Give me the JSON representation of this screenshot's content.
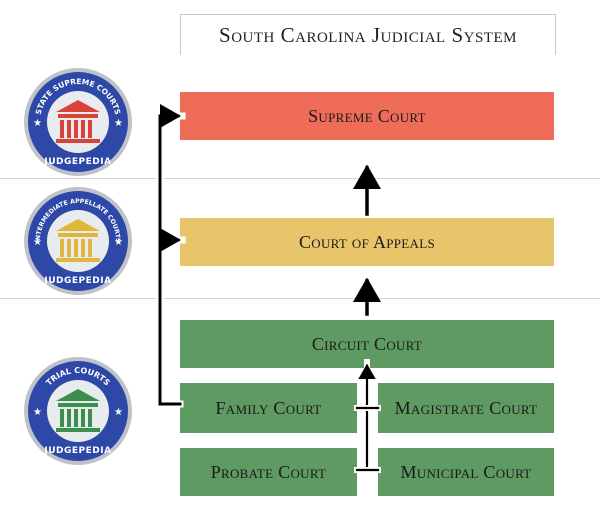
{
  "diagram": {
    "title": "South Carolina Judicial System",
    "courts": {
      "supreme": "Supreme Court",
      "appeals": "Court of Appeals",
      "circuit": "Circuit Court",
      "family": "Family Court",
      "magistrate": "Magistrate Court",
      "probate": "Probate Court",
      "municipal": "Municipal Court"
    },
    "badges": {
      "supreme": {
        "ring_text": "STATE SUPREME COURTS",
        "footer": "JUDGEPEDIA",
        "accent": "#d9443a"
      },
      "appellate": {
        "ring_text": "INTERMEDIATE APPELLATE COURTS",
        "footer": "JUDGEPEDIA",
        "accent": "#e0b73c"
      },
      "trial": {
        "ring_text": "TRIAL COURTS",
        "footer": "JUDGEPEDIA",
        "accent": "#3c8f4a"
      }
    },
    "colors": {
      "supreme": "#ee6c58",
      "appeals": "#e8c46a",
      "trial": "#5e9a62",
      "badge_ring": "#2d48a6"
    }
  }
}
